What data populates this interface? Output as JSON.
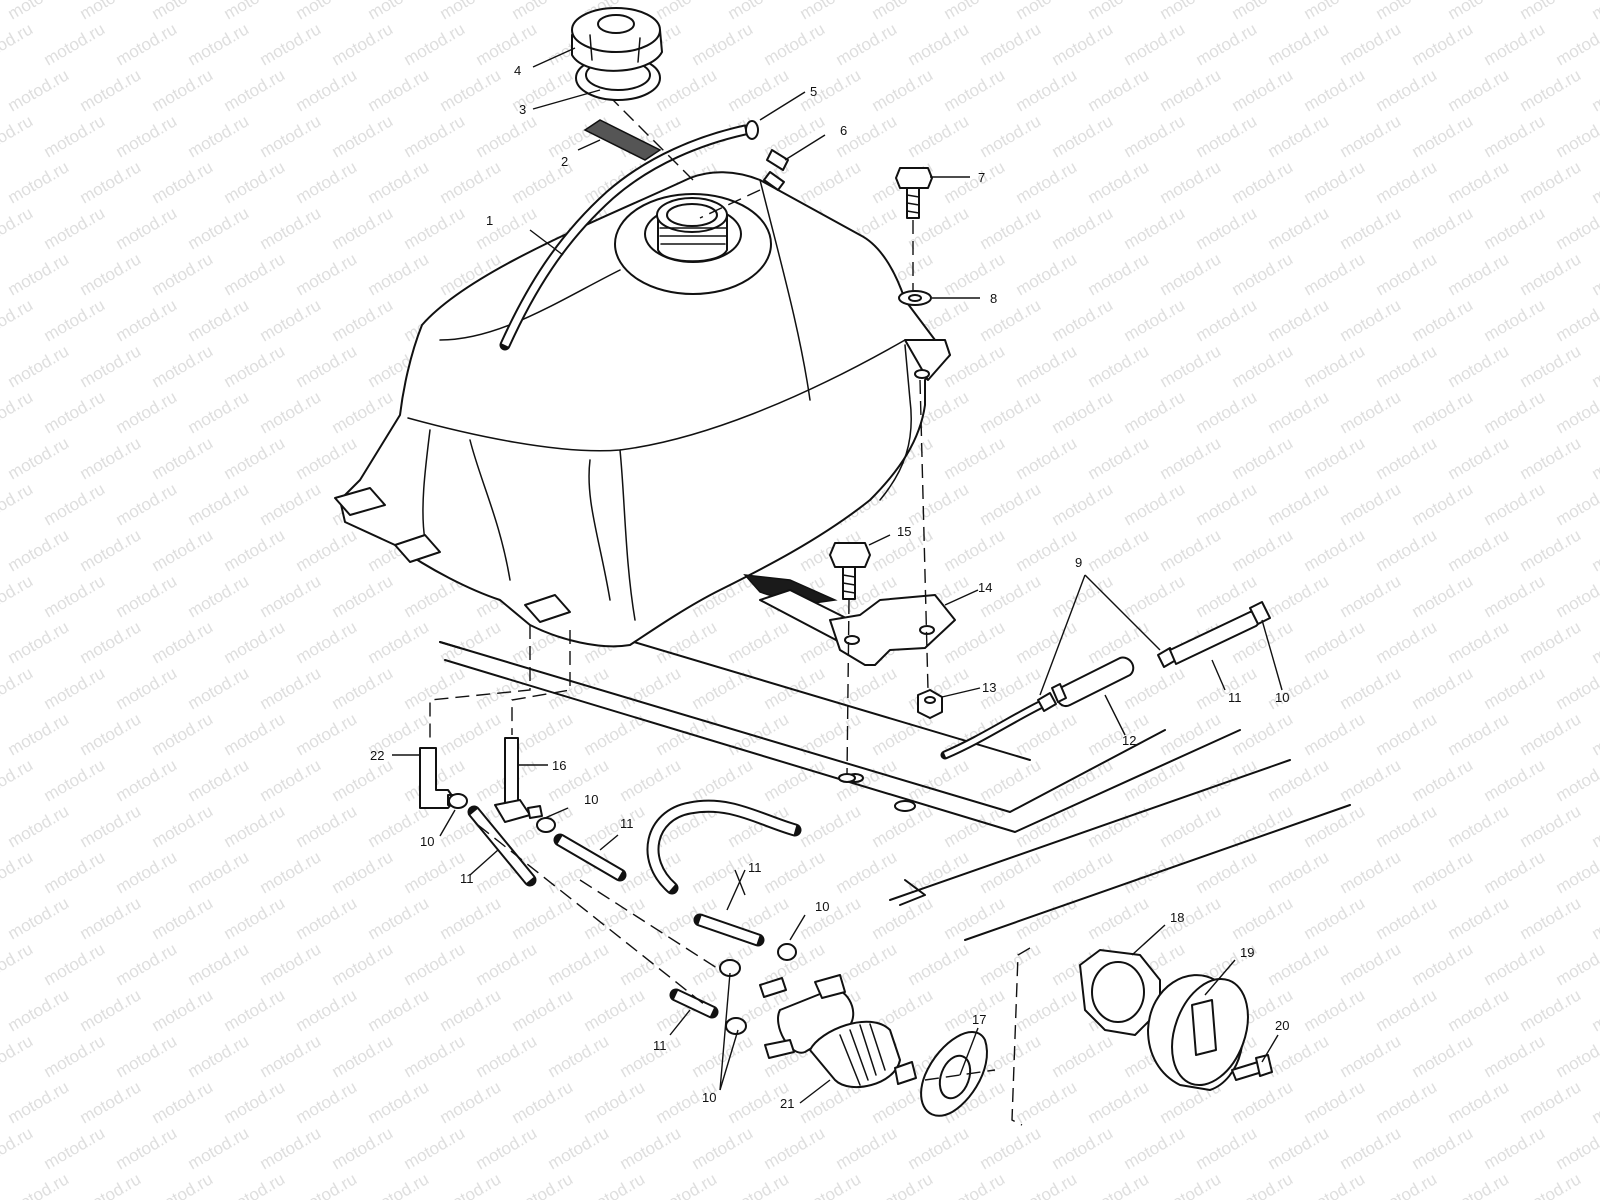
{
  "watermark": "motod.ru",
  "callouts": [
    {
      "id": "c1",
      "text": "1"
    },
    {
      "id": "c2",
      "text": "2"
    },
    {
      "id": "c3",
      "text": "3"
    },
    {
      "id": "c4",
      "text": "4"
    },
    {
      "id": "c5",
      "text": "5"
    },
    {
      "id": "c6",
      "text": "6"
    },
    {
      "id": "c7",
      "text": "7"
    },
    {
      "id": "c8",
      "text": "8"
    },
    {
      "id": "c9",
      "text": "9"
    },
    {
      "id": "c10a",
      "text": "10"
    },
    {
      "id": "c10b",
      "text": "10"
    },
    {
      "id": "c10c",
      "text": "10"
    },
    {
      "id": "c10d",
      "text": "10"
    },
    {
      "id": "c10e",
      "text": "10"
    },
    {
      "id": "c11a",
      "text": "11"
    },
    {
      "id": "c11b",
      "text": "11"
    },
    {
      "id": "c11c",
      "text": "11"
    },
    {
      "id": "c11d",
      "text": "11"
    },
    {
      "id": "c11e",
      "text": "11"
    },
    {
      "id": "c12",
      "text": "12"
    },
    {
      "id": "c13",
      "text": "13"
    },
    {
      "id": "c14",
      "text": "14"
    },
    {
      "id": "c15",
      "text": "15"
    },
    {
      "id": "c16",
      "text": "16"
    },
    {
      "id": "c17",
      "text": "17"
    },
    {
      "id": "c18",
      "text": "18"
    },
    {
      "id": "c19",
      "text": "19"
    },
    {
      "id": "c20",
      "text": "20"
    },
    {
      "id": "c21",
      "text": "21"
    },
    {
      "id": "c22",
      "text": "22"
    }
  ]
}
